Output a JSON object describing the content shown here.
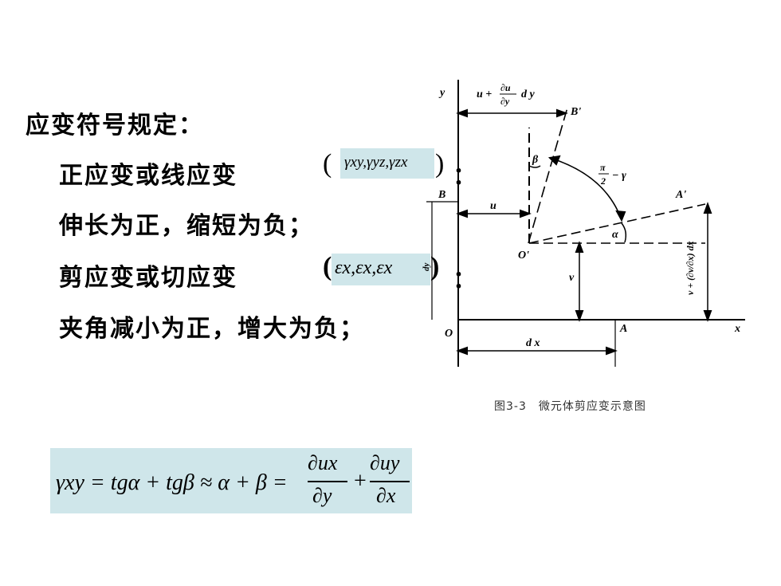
{
  "heading": "应变符号规定：",
  "lines": {
    "normal_strain": "正应变或线应变",
    "normal_rule": "伸长为正，缩短为负；",
    "shear_strain": "剪应变或切应变",
    "shear_rule": "夹角减小为正，增大为负；"
  },
  "symbols": {
    "gamma_set": "γxy,γyz,γzx",
    "epsilon_set": "εx,εx,εx"
  },
  "colon": "：",
  "figure": {
    "caption": "图3-3　微元体剪应变示意图",
    "labels": {
      "y": "y",
      "x": "x",
      "o": "O",
      "o_prime": "O'",
      "a": "A",
      "a_prime": "A'",
      "b": "B",
      "b_prime": "B'",
      "u": "u",
      "v": "v",
      "dx": "d x",
      "dy": "dy",
      "beta": "β",
      "alpha": "α",
      "top_expr_u": "u +",
      "top_expr_frac_num": "∂u",
      "top_expr_frac_den": "∂y",
      "top_expr_d": "d y",
      "angle_expr_num": "π",
      "angle_expr_den": "2",
      "angle_expr_rest": "− γ",
      "right_expr": "v + (∂v/∂x) dx"
    }
  },
  "formula": {
    "lhs": "γxy = tgα + tgβ ≈ α + β =",
    "frac1_num": "∂ux",
    "frac1_den": "∂y",
    "plus": "+",
    "frac2_num": "∂uy",
    "frac2_den": "∂x"
  },
  "colors": {
    "highlight": "#cfe6ea"
  }
}
